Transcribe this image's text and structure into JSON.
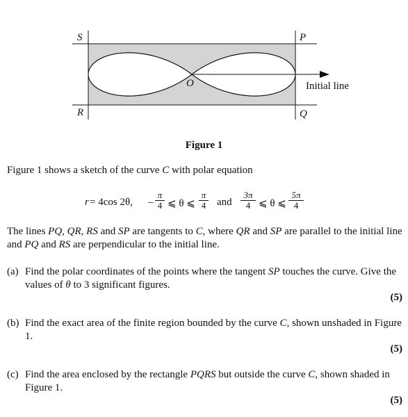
{
  "figure": {
    "labels": {
      "S": "S",
      "P": "P",
      "R": "R",
      "Q": "Q",
      "O": "O"
    },
    "initial_line_label": "Initial line",
    "caption": "Figure 1",
    "colors": {
      "shade": "#d4d4d4",
      "line": "#111111"
    }
  },
  "intro": {
    "t1": "Figure 1 shows a sketch of the curve ",
    "c": "C",
    "t2": " with polar equation"
  },
  "equation": {
    "lhs": "r",
    "rhs": " = 4cos 2θ,",
    "minus": "–",
    "pi": "π",
    "four": "4",
    "le1": "⩽ θ ⩽",
    "and": "and",
    "three_pi": "3π",
    "le2": "⩽ θ ⩽",
    "five_pi": "5π"
  },
  "tangent_para": {
    "a": "The lines ",
    "pq": "PQ",
    "b": ", ",
    "qr": "QR",
    "c": ", ",
    "rs": "RS",
    "d": " and ",
    "sp": "SP",
    "e": " are tangents to ",
    "curve": "C",
    "f": ", where ",
    "qr2": "QR",
    "g": " and ",
    "sp2": "SP",
    "h": " are parallel to the initial line and ",
    "pq2": "PQ",
    "i": " and ",
    "rs2": "RS",
    "j": " are perpendicular to the initial line."
  },
  "questions": [
    {
      "letter": "(a)",
      "t1": "Find the polar coordinates of the points where the tangent ",
      "it1": "SP",
      "t2": " touches the curve. Give the values of ",
      "it2": "θ",
      "t3": " to 3 significant figures.",
      "marks": "(5)"
    },
    {
      "letter": "(b)",
      "t1": "Find the exact area of the finite region bounded by the curve ",
      "it1": "C",
      "t2": ", shown unshaded in Figure 1.",
      "marks": "(5)"
    },
    {
      "letter": "(c)",
      "t1": "Find the area enclosed by the rectangle ",
      "it1": "PQRS",
      "t2": " but outside the curve ",
      "it2": "C",
      "t3": ", shown shaded in Figure 1.",
      "marks": "(5)"
    }
  ]
}
